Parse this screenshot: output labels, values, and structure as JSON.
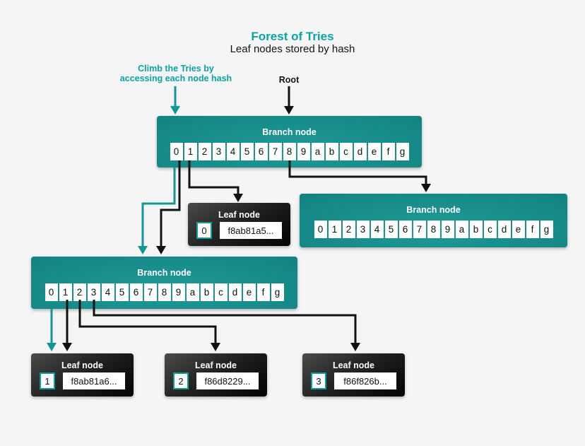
{
  "title": "Forest of Tries",
  "subtitle": "Leaf nodes stored by hash",
  "annotations": {
    "climb": "Climb the Tries by\naccessing each node hash",
    "root": "Root"
  },
  "labels": {
    "branch": "Branch node",
    "leaf": "Leaf node"
  },
  "cells": [
    "0",
    "1",
    "2",
    "3",
    "4",
    "5",
    "6",
    "7",
    "8",
    "9",
    "a",
    "b",
    "c",
    "d",
    "e",
    "f",
    "g"
  ],
  "leaves": [
    {
      "index": "0",
      "hash": "f8ab81a5..."
    },
    {
      "index": "1",
      "hash": "f8ab81a6..."
    },
    {
      "index": "2",
      "hash": "f86d8229..."
    },
    {
      "index": "3",
      "hash": "f86f826b..."
    }
  ],
  "colors": {
    "background": "#f5f5f5",
    "accent_teal_text": "#0ba4a4",
    "arrow_teal": "#119696",
    "arrow_black": "#111111",
    "branch_gradient_light": "#1e9a98",
    "branch_gradient_dark": "#0a6a6d",
    "leaf_gradient_light": "#4a4a4a",
    "leaf_gradient_dark": "#020202",
    "cell_background": "#ffffff",
    "leaf_index_border": "#0e9c9c"
  }
}
